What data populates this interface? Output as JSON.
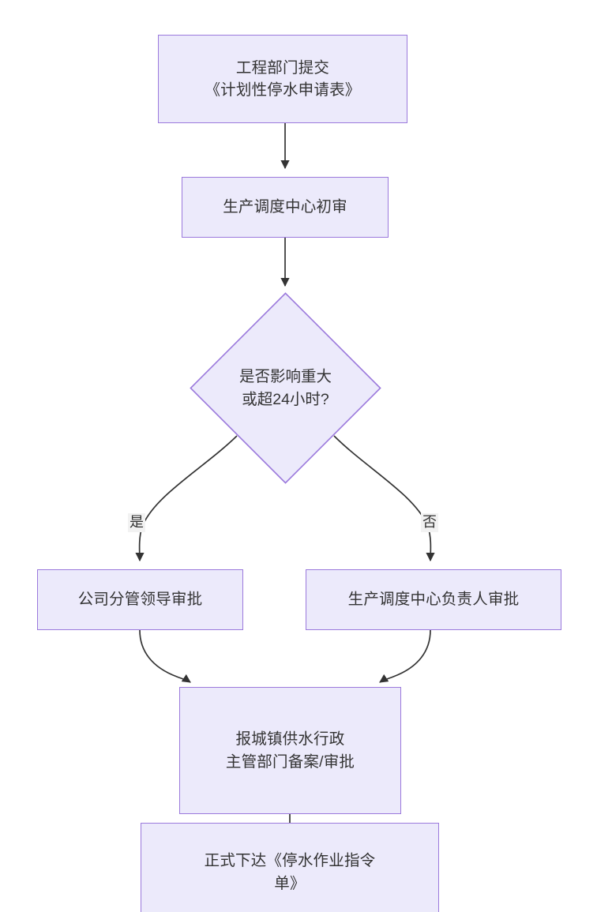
{
  "diagram": {
    "type": "flowchart",
    "direction": "top-to-bottom",
    "background_color": "#FFFFFF",
    "node_fill_color": "#ECEAFB",
    "node_border_color": "#9B79DC",
    "text_color": "#333333",
    "edge_color": "#333333",
    "edge_label_background": "#F2F2F2",
    "nodes": [
      {
        "id": "n1",
        "shape": "rectangle",
        "text": "工程部门提交\n《计划性停水申请表》"
      },
      {
        "id": "n2",
        "shape": "rectangle",
        "text": "生产调度中心初审"
      },
      {
        "id": "n3",
        "shape": "diamond",
        "text": "是否影响重大\n或超24小时?"
      },
      {
        "id": "n4",
        "shape": "rectangle",
        "text": "公司分管领导审批"
      },
      {
        "id": "n5",
        "shape": "rectangle",
        "text": "生产调度中心负责人审批"
      },
      {
        "id": "n6",
        "shape": "rectangle",
        "text": "报城镇供水行政\n主管部门备案/审批"
      },
      {
        "id": "n7",
        "shape": "rectangle",
        "text": "正式下达《停水作业指令\n单》"
      }
    ],
    "edges": [
      {
        "from": "n1",
        "to": "n2",
        "label": ""
      },
      {
        "from": "n2",
        "to": "n3",
        "label": ""
      },
      {
        "from": "n3",
        "to": "n4",
        "label": "是"
      },
      {
        "from": "n3",
        "to": "n5",
        "label": "否"
      },
      {
        "from": "n4",
        "to": "n6",
        "label": ""
      },
      {
        "from": "n5",
        "to": "n6",
        "label": ""
      },
      {
        "from": "n6",
        "to": "n7",
        "label": ""
      }
    ]
  }
}
